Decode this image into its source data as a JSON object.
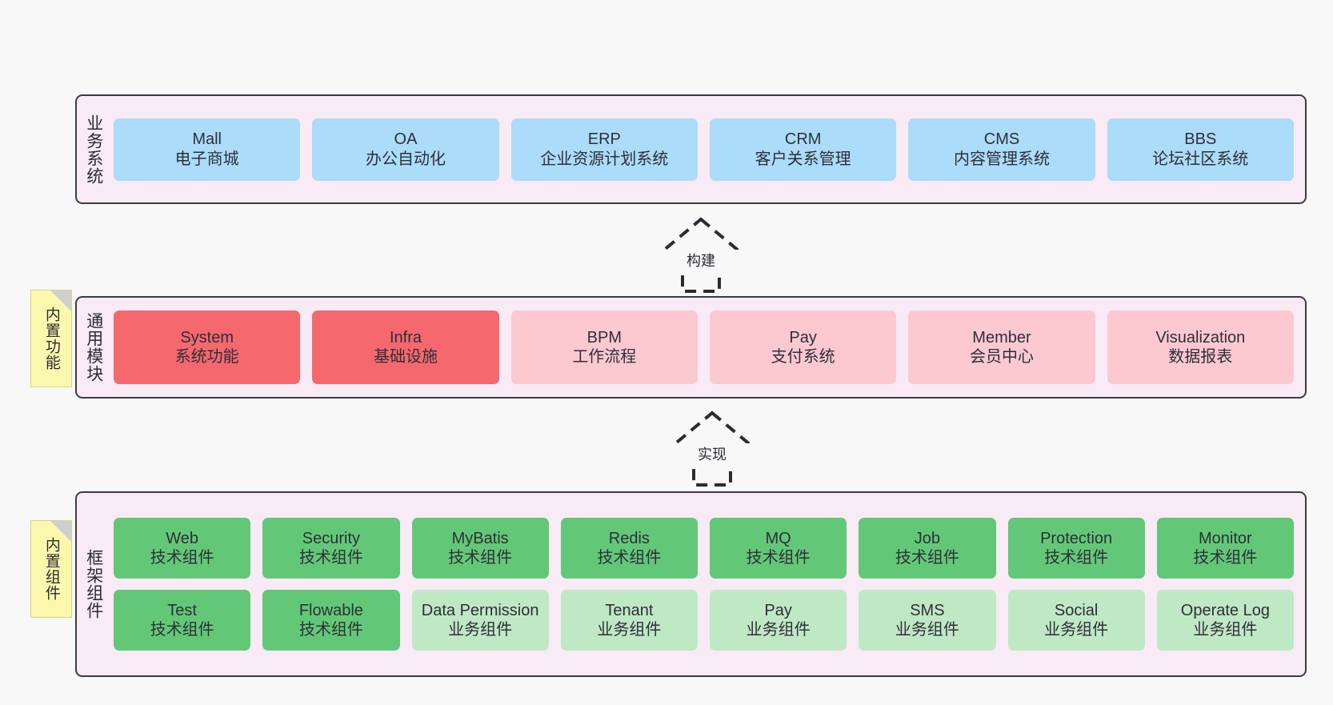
{
  "diagram": {
    "background_color": "#f8f8f8",
    "layer_bg_color": "#f8ebf5",
    "layer_border_color": "#3b3b46",
    "note_color": "#fbf8ad",
    "colors": {
      "business_system": "#abdcf9",
      "core_module_strong": "#f4686e",
      "core_module_light": "#fcc9d1",
      "tech_component": "#62c877",
      "biz_component": "#bfe8c5"
    }
  },
  "layers": [
    {
      "title": "业务系统",
      "rows": [
        [
          {
            "en": "Mall",
            "cn": "电子商城"
          },
          {
            "en": "OA",
            "cn": "办公自动化"
          },
          {
            "en": "ERP",
            "cn": "企业资源计划系统"
          },
          {
            "en": "CRM",
            "cn": "客户关系管理"
          },
          {
            "en": "CMS",
            "cn": "内容管理系统"
          },
          {
            "en": "BBS",
            "cn": "论坛社区系统"
          }
        ]
      ]
    },
    {
      "title": "通用模块",
      "note": "内置功能",
      "rows": [
        [
          {
            "en": "System",
            "cn": "系统功能"
          },
          {
            "en": "Infra",
            "cn": "基础设施"
          },
          {
            "en": "BPM",
            "cn": "工作流程"
          },
          {
            "en": "Pay",
            "cn": "支付系统"
          },
          {
            "en": "Member",
            "cn": "会员中心"
          },
          {
            "en": "Visualization",
            "cn": "数据报表"
          }
        ]
      ]
    },
    {
      "title": "框架组件",
      "note": "内置组件",
      "rows": [
        [
          {
            "en": "Web",
            "cn": "技术组件"
          },
          {
            "en": "Security",
            "cn": "技术组件"
          },
          {
            "en": "MyBatis",
            "cn": "技术组件"
          },
          {
            "en": "Redis",
            "cn": "技术组件"
          },
          {
            "en": "MQ",
            "cn": "技术组件"
          },
          {
            "en": "Job",
            "cn": "技术组件"
          },
          {
            "en": "Protection",
            "cn": "技术组件"
          },
          {
            "en": "Monitor",
            "cn": "技术组件"
          }
        ],
        [
          {
            "en": "Test",
            "cn": "技术组件"
          },
          {
            "en": "Flowable",
            "cn": "技术组件"
          },
          {
            "en": "Data Permission",
            "cn": "业务组件"
          },
          {
            "en": "Tenant",
            "cn": "业务组件"
          },
          {
            "en": "Pay",
            "cn": "业务组件"
          },
          {
            "en": "SMS",
            "cn": "业务组件"
          },
          {
            "en": "Social",
            "cn": "业务组件"
          },
          {
            "en": "Operate Log",
            "cn": "业务组件"
          }
        ]
      ]
    }
  ],
  "connectors": [
    {
      "label": "构建"
    },
    {
      "label": "实现"
    }
  ]
}
